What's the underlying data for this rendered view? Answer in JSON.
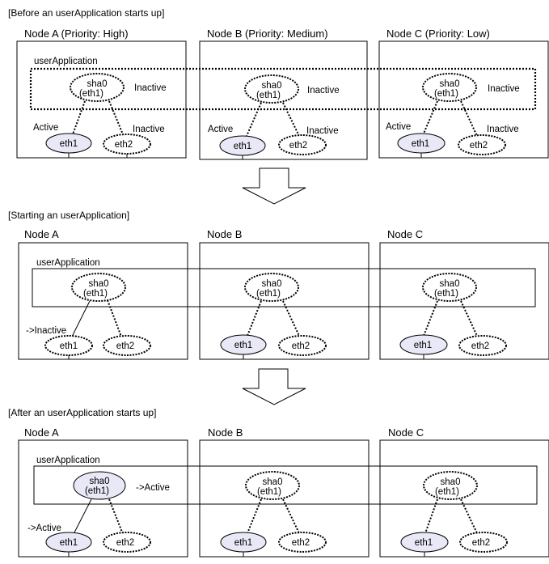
{
  "colors": {
    "active_nic_fill": "#e8e8f6",
    "stroke": "#000000",
    "background": "#ffffff"
  },
  "stage1": {
    "title": "[Before an userApplication starts up]",
    "userapp_label": "userApplication",
    "nodes": [
      {
        "name": "Node A (Priority: High)",
        "sha_line1": "sha0",
        "sha_line2": "(eth1)",
        "sha_status": "Inactive",
        "eth1_status": "Active",
        "eth2_status": "Inactive",
        "eth1": "eth1",
        "eth2": "eth2"
      },
      {
        "name": "Node B (Priority: Medium)",
        "sha_line1": "sha0",
        "sha_line2": "(eth1)",
        "sha_status": "Inactive",
        "eth1_status": "Active",
        "eth2_status": "Inactive",
        "eth1": "eth1",
        "eth2": "eth2"
      },
      {
        "name": "Node C (Priority: Low)",
        "sha_line1": "sha0",
        "sha_line2": "(eth1)",
        "sha_status": "Inactive",
        "eth1_status": "Active",
        "eth2_status": "Inactive",
        "eth1": "eth1",
        "eth2": "eth2"
      }
    ]
  },
  "stage2": {
    "title": "[Starting an userApplication]",
    "userapp_label": "userApplication",
    "nodes": [
      {
        "name": "Node A",
        "sha_line1": "sha0",
        "sha_line2": "(eth1)",
        "eth1_status": "->Inactive",
        "eth1": "eth1",
        "eth2": "eth2"
      },
      {
        "name": "Node B",
        "sha_line1": "sha0",
        "sha_line2": "(eth1)",
        "eth1": "eth1",
        "eth2": "eth2"
      },
      {
        "name": "Node C",
        "sha_line1": "sha0",
        "sha_line2": "(eth1)",
        "eth1": "eth1",
        "eth2": "eth2"
      }
    ]
  },
  "stage3": {
    "title": "[After an userApplication starts up]",
    "userapp_label": "userApplication",
    "nodes": [
      {
        "name": "Node A",
        "sha_line1": "sha0",
        "sha_line2": "(eth1)",
        "sha_status": "->Active",
        "eth1_status": "->Active",
        "eth1": "eth1",
        "eth2": "eth2"
      },
      {
        "name": "Node B",
        "sha_line1": "sha0",
        "sha_line2": "(eth1)",
        "eth1": "eth1",
        "eth2": "eth2"
      },
      {
        "name": "Node C",
        "sha_line1": "sha0",
        "sha_line2": "(eth1)",
        "eth1": "eth1",
        "eth2": "eth2"
      }
    ]
  }
}
